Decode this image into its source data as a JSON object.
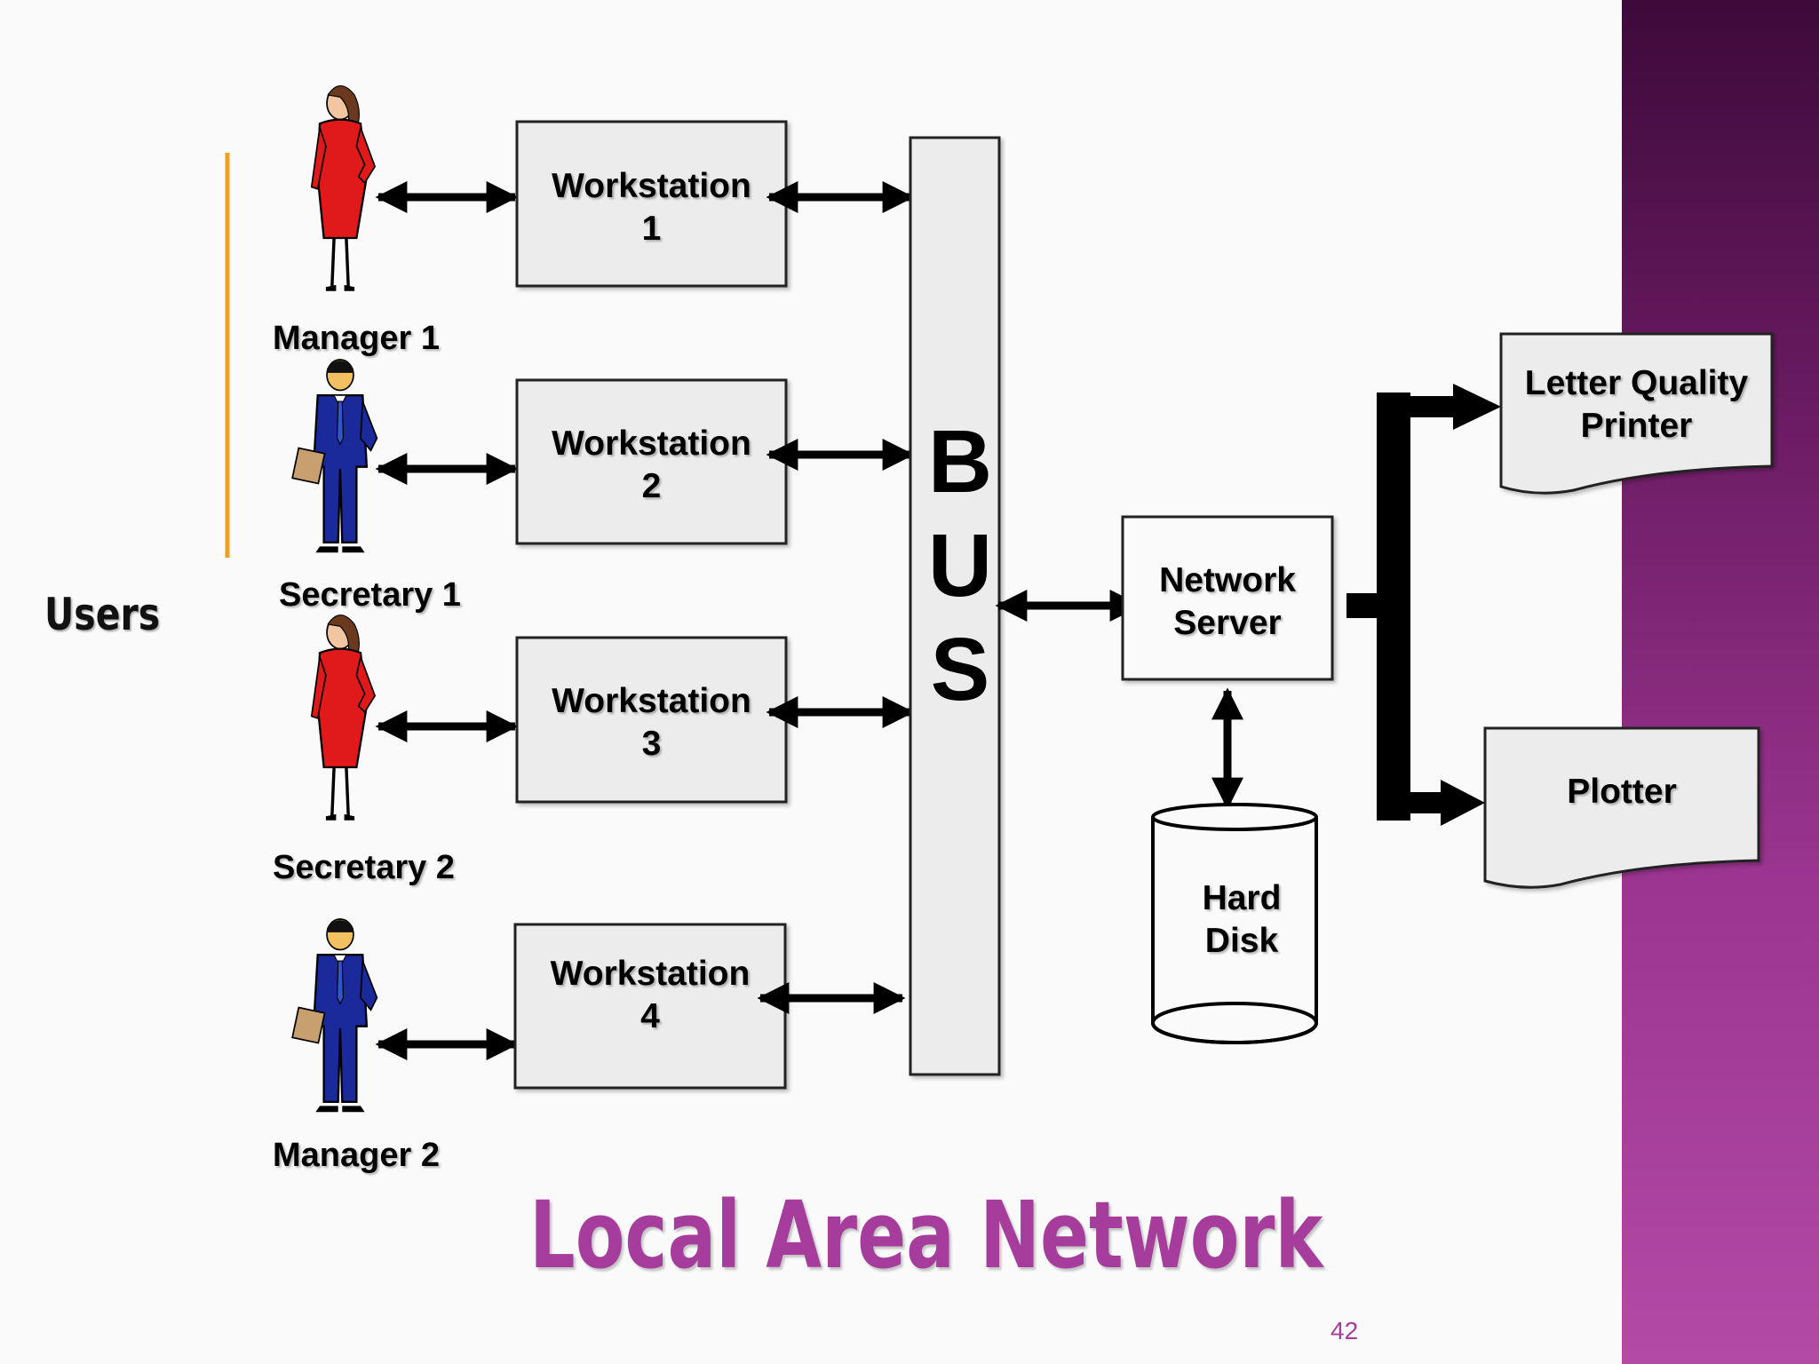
{
  "slide": {
    "side_label": "Users",
    "title": "Local Area Network",
    "page_number": "42"
  },
  "users": [
    {
      "label": "Manager 1",
      "figure": "woman-in-red-suit"
    },
    {
      "label": "Secretary 1",
      "figure": "man-with-briefcase"
    },
    {
      "label": "Secretary 2",
      "figure": "woman-in-red-suit"
    },
    {
      "label": "Manager 2",
      "figure": "man-with-briefcase"
    }
  ],
  "workstations": [
    {
      "label": "Workstation\n1"
    },
    {
      "label": "Workstation\n2"
    },
    {
      "label": "Workstation\n3"
    },
    {
      "label": "Workstation\n4"
    }
  ],
  "bus": {
    "label": "B\nU\nS"
  },
  "server": {
    "label": "Network\nServer"
  },
  "storage": {
    "label": "Hard\nDisk",
    "shape": "cylinder"
  },
  "outputs": [
    {
      "label": "Letter Quality\nPrinter",
      "shape": "document"
    },
    {
      "label": "Plotter",
      "shape": "document"
    }
  ],
  "colors": {
    "accent": "#a63c9c",
    "bracket": "#f0a020",
    "box_fill": "#ececec",
    "woman_suit": "#e01a1a",
    "man_suit": "#1a2a9a"
  }
}
